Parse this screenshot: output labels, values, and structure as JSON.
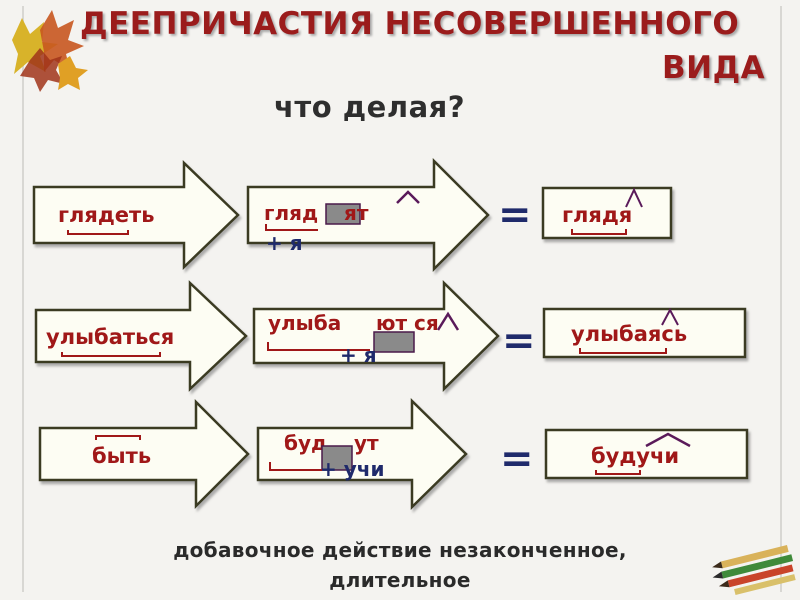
{
  "title_line1": "ДЕЕПРИЧАСТИЯ НЕСОВЕРШЕННОГО",
  "title_line2": "ВИДА",
  "question": "что делая?",
  "rows": [
    {
      "infinitive": "глядеть",
      "stem": "гляд",
      "ending": "ят",
      "suffix": "+ я",
      "equals": "=",
      "result": "глядя"
    },
    {
      "infinitive": "улыбаться",
      "stem": "улыба",
      "ending": "ют ся",
      "suffix": "+ я",
      "equals": "=",
      "result": "улыбаясь"
    },
    {
      "infinitive": "быть",
      "stem": "буд",
      "ending": "ут",
      "suffix": "+ учи",
      "equals": "=",
      "result": "будучи"
    }
  ],
  "footer_line1": "добавочное действие незаконченное,",
  "footer_line2": "длительное",
  "colors": {
    "title": "#9b1c1c",
    "word": "#a01818",
    "morpheme_marks": "#1f2a6b",
    "ending_box": "#8a8a8a",
    "arrow_fill": "#fdfdf3"
  },
  "decorations": [
    "autumn-leaves-icon",
    "pencils-icon"
  ]
}
